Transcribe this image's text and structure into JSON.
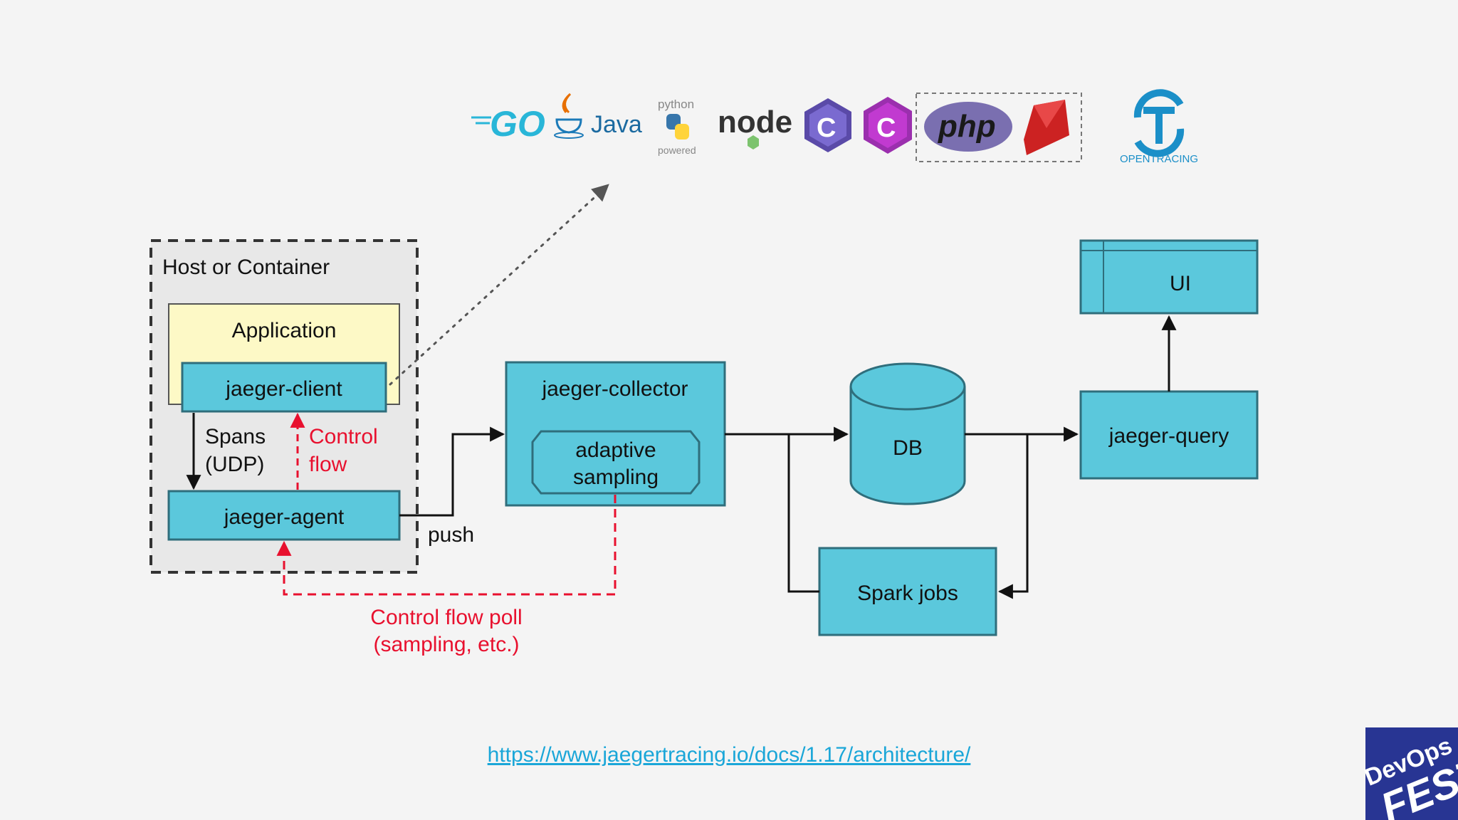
{
  "diagram": {
    "host": "Host or Container",
    "application": "Application",
    "client": "jaeger-client",
    "agent": "jaeger-agent",
    "spans": [
      "Spans",
      "(UDP)"
    ],
    "control_flow": [
      "Control",
      "flow"
    ],
    "push": "push",
    "collector": "jaeger-collector",
    "adaptive": [
      "adaptive",
      "sampling"
    ],
    "db": "DB",
    "spark": "Spark jobs",
    "query": "jaeger-query",
    "ui": "UI",
    "poll": [
      "Control flow poll",
      "(sampling, etc.)"
    ]
  },
  "logos": {
    "go": "GO",
    "java": "Java",
    "python_top": "python",
    "python_bottom": "powered",
    "node": "node",
    "php": "php",
    "opentracing": "OPENTRACING"
  },
  "footer": {
    "link": "https://www.jaegertracing.io/docs/1.17/architecture/",
    "badge": [
      "DevOps",
      "FEST"
    ]
  },
  "colors": {
    "box": "#5bc8dc",
    "application": "#fdf9c6",
    "red": "#e8102e",
    "link": "#1aa6d8",
    "badge": "#283593"
  }
}
